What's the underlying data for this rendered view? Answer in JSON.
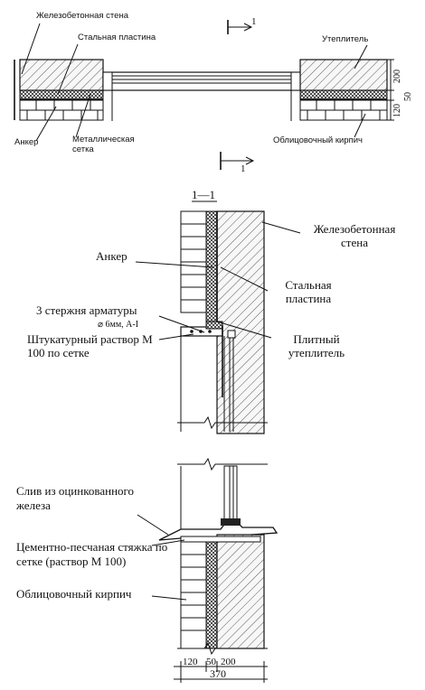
{
  "plan": {
    "cut_mark_top": "1",
    "cut_mark_bottom": "1",
    "labels": {
      "concrete_wall": "Железобетонная стена",
      "steel_plate": "Стальная пластина",
      "insulation": "Утеплитель",
      "anchor": "Анкер",
      "mesh": "Металлическая сетка",
      "facing_brick": "Облицовочный кирпич"
    },
    "dims": {
      "d200": "200",
      "d50": "50",
      "d120": "120"
    }
  },
  "section": {
    "title": "1—1",
    "labels": {
      "concrete_wall": "Железобетонная стена",
      "anchor": "Анкер",
      "steel_plate": "Стальная пластина",
      "rebar": "3 стержня арматуры",
      "rebar_spec": "⌀ 6мм, A-I",
      "plaster": "Штукатурный раствор М 100 по сетке",
      "slab_insulation": "Плитный утеплитель",
      "sill": "Слив из оцинкованного железа",
      "screed": "Цементно-песчаная стяжка по сетке (раствор М 100)",
      "facing_brick": "Облицовочный кирпич"
    },
    "dims": {
      "d120": "120",
      "d50": "50",
      "d200": "200",
      "total": "370"
    }
  }
}
